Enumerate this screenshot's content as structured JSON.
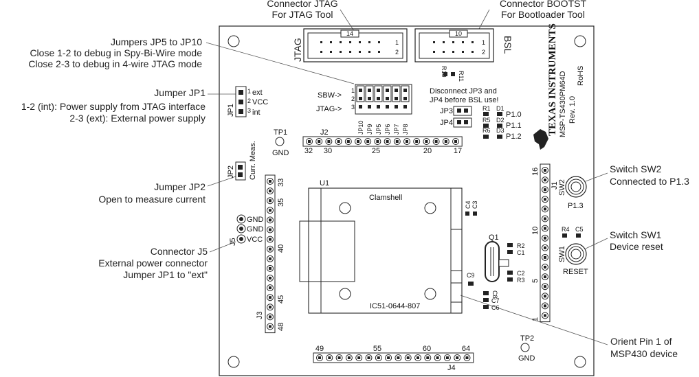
{
  "callouts": {
    "jtag": {
      "line1": "Connector JTAG",
      "line2": "For JTAG Tool"
    },
    "bootst": {
      "line1": "Connector BOOTST",
      "line2": "For Bootloader Tool"
    },
    "jp5_10": {
      "line1": "Jumpers JP5 to JP10",
      "line2": "Close 1-2 to debug in Spy-Bi-Wire mode",
      "line3": "Close 2-3 to debug in 4-wire JTAG mode"
    },
    "jp1": {
      "line1": "Jumper JP1",
      "line2": "1-2 (int): Power supply from JTAG interface",
      "line3": "2-3 (ext): External power supply"
    },
    "jp2": {
      "line1": "Jumper JP2",
      "line2": "Open to measure current"
    },
    "j5": {
      "line1": "Connector J5",
      "line2": "External power connector",
      "line3": "Jumper JP1 to \"ext\""
    },
    "sw2": {
      "line1": "Switch SW2",
      "line2": "Connected to P1.3"
    },
    "sw1": {
      "line1": "Switch SW1",
      "line2": "Device reset"
    },
    "pin1": {
      "line1": "Orient Pin 1 of",
      "line2": "MSP430 device"
    }
  },
  "board": {
    "jtag_label": "JTAG",
    "bsl_label": "BSL",
    "jtag_pins": "14",
    "bsl_pins": "10",
    "pin1": "1",
    "pin2": "2",
    "r10": "R10",
    "r11": "R11",
    "ti_name": "TEXAS INSTRUMENTS",
    "board_name": "MSP-TS430PM64D",
    "rohs": "RoHS",
    "rev": "Rev. 1.0",
    "sbw": "SBW->",
    "jtag_arrow": "JTAG->",
    "jp_labels": [
      "JP10",
      "JP9",
      "JP5",
      "JP6",
      "JP7",
      "JP8"
    ],
    "jp_pin_nums": [
      "1",
      "2",
      "3"
    ],
    "disconnect1": "Disconnect JP3 and",
    "disconnect2": "JP4 before BSL use!",
    "jp3": "JP3",
    "jp4": "JP4",
    "r_labels": [
      "R1",
      "R5",
      "R6"
    ],
    "d_labels": [
      "D1",
      "D2",
      "D3"
    ],
    "p_labels": [
      "P1.0",
      "P1.1",
      "P1.2"
    ],
    "jp1": "JP1",
    "jp1_ext": "ext",
    "jp1_vcc": "VCC",
    "jp1_int": "int",
    "jp1_n1": "1",
    "jp1_n2": "2",
    "jp1_n3": "3",
    "tp1": "TP1",
    "gnd": "GND",
    "j2": "J2",
    "j2_nums": [
      "32",
      "30",
      "25",
      "20",
      "17"
    ],
    "jp2": "JP2",
    "curr_meas": "Curr. Meas.",
    "j1": "J1",
    "j1_nums": [
      "16",
      "10",
      "5",
      "1"
    ],
    "sw2": "SW2",
    "p13": "P1.3",
    "r4": "R4",
    "c5": "C5",
    "sw1": "SW1",
    "reset": "RESET",
    "u1": "U1",
    "clamshell": "Clamshell",
    "socket": "IC51-0644-807",
    "c4": "C4",
    "c3": "C3",
    "q1": "Q1",
    "r2": "R2",
    "c1": "C1",
    "c2": "C2",
    "r3": "R3",
    "c9": "C9",
    "c8": "C8",
    "c7": "C7",
    "c6": "C6",
    "j5_gnd1": "GND",
    "j5_gnd2": "GND",
    "j5_vcc": "VCC",
    "j5": "J5",
    "j3": "J3",
    "j3_nums": [
      "33",
      "35",
      "40",
      "45",
      "48"
    ],
    "j4": "J4",
    "j4_nums": [
      "49",
      "55",
      "60",
      "64"
    ],
    "tp2": "TP2",
    "gnd2": "GND"
  }
}
